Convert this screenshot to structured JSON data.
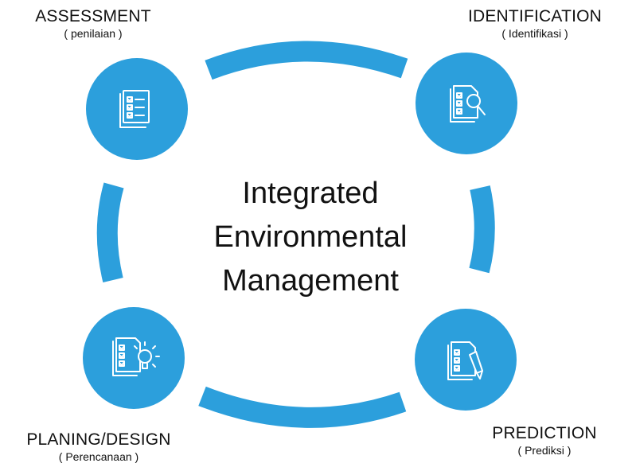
{
  "center": {
    "line1": "Integrated",
    "line2": "Environmental",
    "line3": "Management"
  },
  "nodes": {
    "assessment": {
      "title": "ASSESSMENT",
      "subtitle": "( penilaian )",
      "icon": "checklist-document-icon"
    },
    "identification": {
      "title": "IDENTIFICATION",
      "subtitle": "( Identifikasi )",
      "icon": "checklist-magnifier-icon"
    },
    "planning": {
      "title": "PLANING/DESIGN",
      "subtitle": "( Perencanaan )",
      "icon": "checklist-lightbulb-icon"
    },
    "prediction": {
      "title": "PREDICTION",
      "subtitle": "( Prediksi )",
      "icon": "checklist-pencil-icon"
    }
  },
  "colors": {
    "accent": "#2c9fdc",
    "icon_stroke": "#ffffff",
    "text": "#111111"
  }
}
